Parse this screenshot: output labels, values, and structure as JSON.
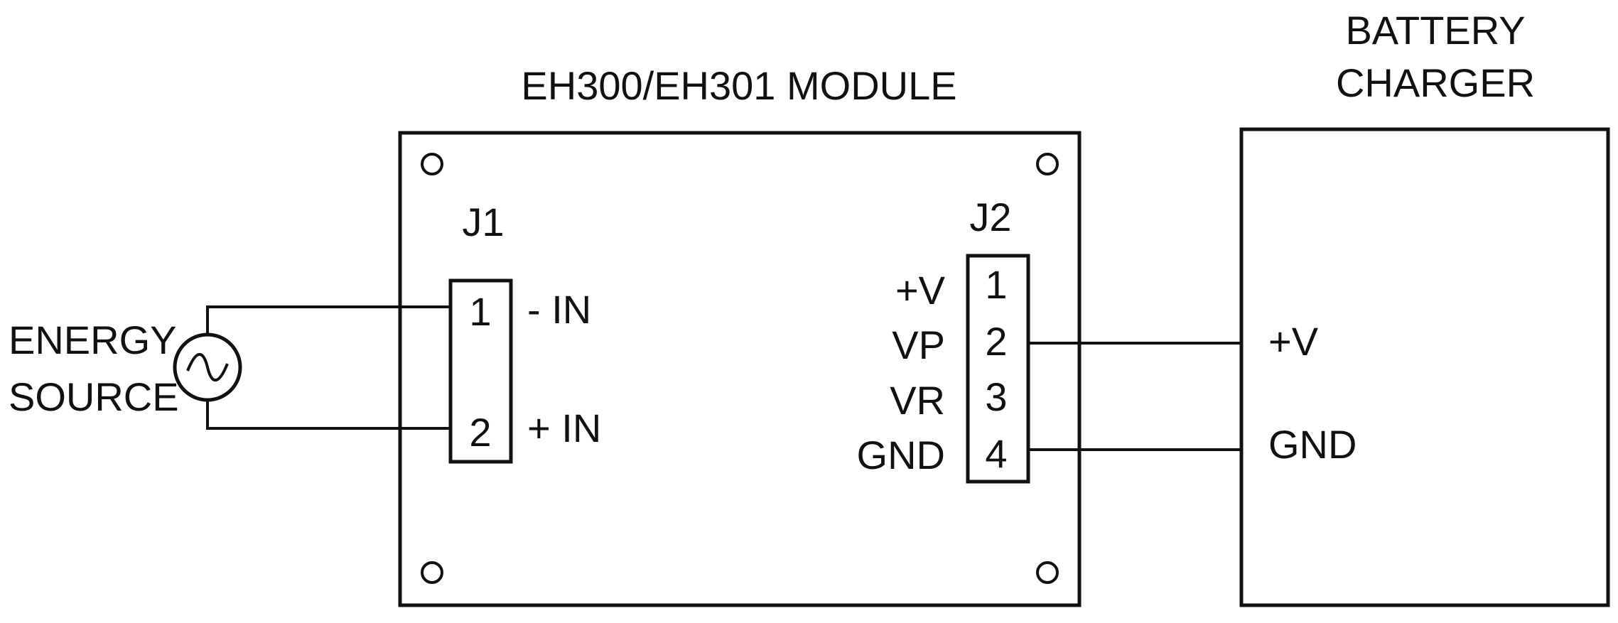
{
  "module": {
    "title": "EH300/EH301 MODULE"
  },
  "j1": {
    "label": "J1",
    "pins": [
      {
        "num": "1",
        "name": "- IN"
      },
      {
        "num": "2",
        "name": "+ IN"
      }
    ]
  },
  "j2": {
    "label": "J2",
    "pins": [
      {
        "num": "1",
        "name": "+V"
      },
      {
        "num": "2",
        "name": "VP"
      },
      {
        "num": "3",
        "name": "VR"
      },
      {
        "num": "4",
        "name": "GND"
      }
    ]
  },
  "energy_source": {
    "line1": "ENERGY",
    "line2": "SOURCE",
    "symbol": "~"
  },
  "battery_charger": {
    "line1": "BATTERY",
    "line2": "CHARGER",
    "terminals": [
      "+V",
      "GND"
    ]
  }
}
